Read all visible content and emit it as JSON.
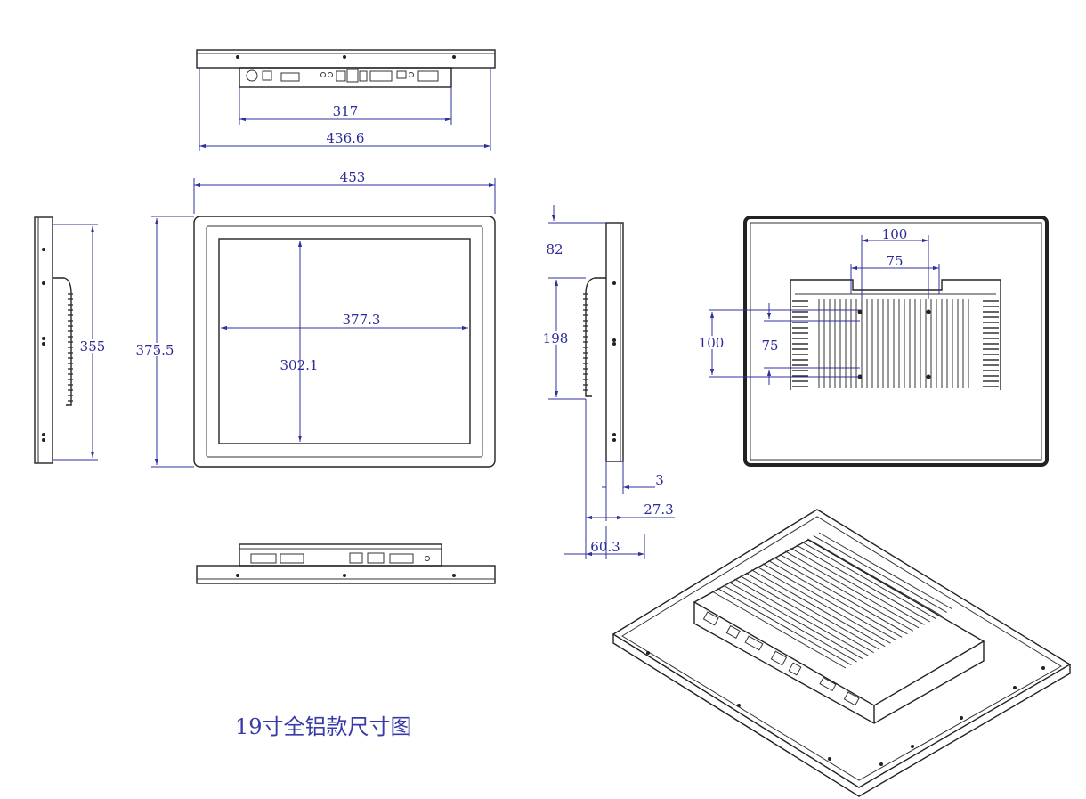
{
  "dimensions": {
    "top_inner_width": "317",
    "top_outer_width": "436.6",
    "front_width": "453",
    "screen_width": "377.3",
    "screen_height": "302.1",
    "front_height": "375.5",
    "side_height": "355",
    "right_top_offset": "82",
    "right_mid_height": "198",
    "right_thickness_a": "3",
    "right_thickness_b": "27.3",
    "right_thickness_c": "60.3",
    "vesa_large_w": "100",
    "vesa_small_w": "75",
    "vesa_large_h": "100",
    "vesa_small_h": "75"
  },
  "caption": "19寸全铝款尺寸图",
  "colors": {
    "dimension": "#2a2a9a",
    "outline": "#222222",
    "background": "#ffffff"
  }
}
